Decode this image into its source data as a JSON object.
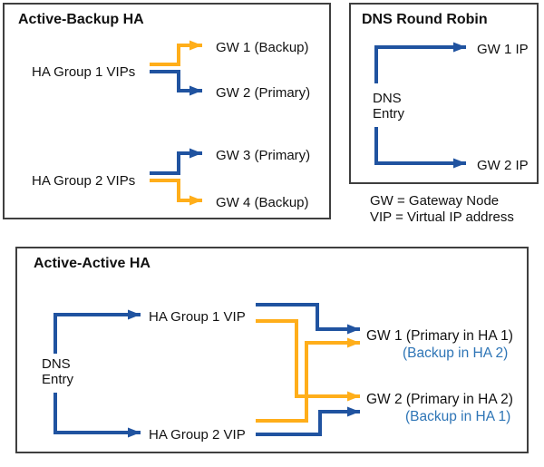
{
  "colors": {
    "line_blue": "#2053A0",
    "line_orange": "#FFAE1A",
    "sub_blue": "#2E75B6",
    "border_gray": "#3F3F3F",
    "text_black": "#111111"
  },
  "active_backup": {
    "title": "Active-Backup HA",
    "group1_label": "HA Group 1 VIPs",
    "group2_label": "HA Group 2 VIPs",
    "gw1_label": "GW 1 (Backup)",
    "gw2_label": "GW 2 (Primary)",
    "gw3_label": "GW 3 (Primary)",
    "gw4_label": "GW 4 (Backup)"
  },
  "dns_round_robin": {
    "title": "DNS Round Robin",
    "dns_line1": "DNS",
    "dns_line2": "Entry",
    "gw1_ip_label": "GW 1 IP",
    "gw2_ip_label": "GW 2 IP"
  },
  "legend": {
    "line1": "GW = Gateway Node",
    "line2": "VIP = Virtual IP address"
  },
  "active_active": {
    "title": "Active-Active HA",
    "dns_line1": "DNS",
    "dns_line2": "Entry",
    "group1_label": "HA Group 1 VIP",
    "group2_label": "HA Group 2 VIP",
    "gw1_main_label": "GW 1 (Primary in HA 1)",
    "gw1_sub_label": "(Backup in HA 2)",
    "gw2_main_label": "GW 2 (Primary in HA 2)",
    "gw2_sub_label": "(Backup in HA 1)"
  }
}
